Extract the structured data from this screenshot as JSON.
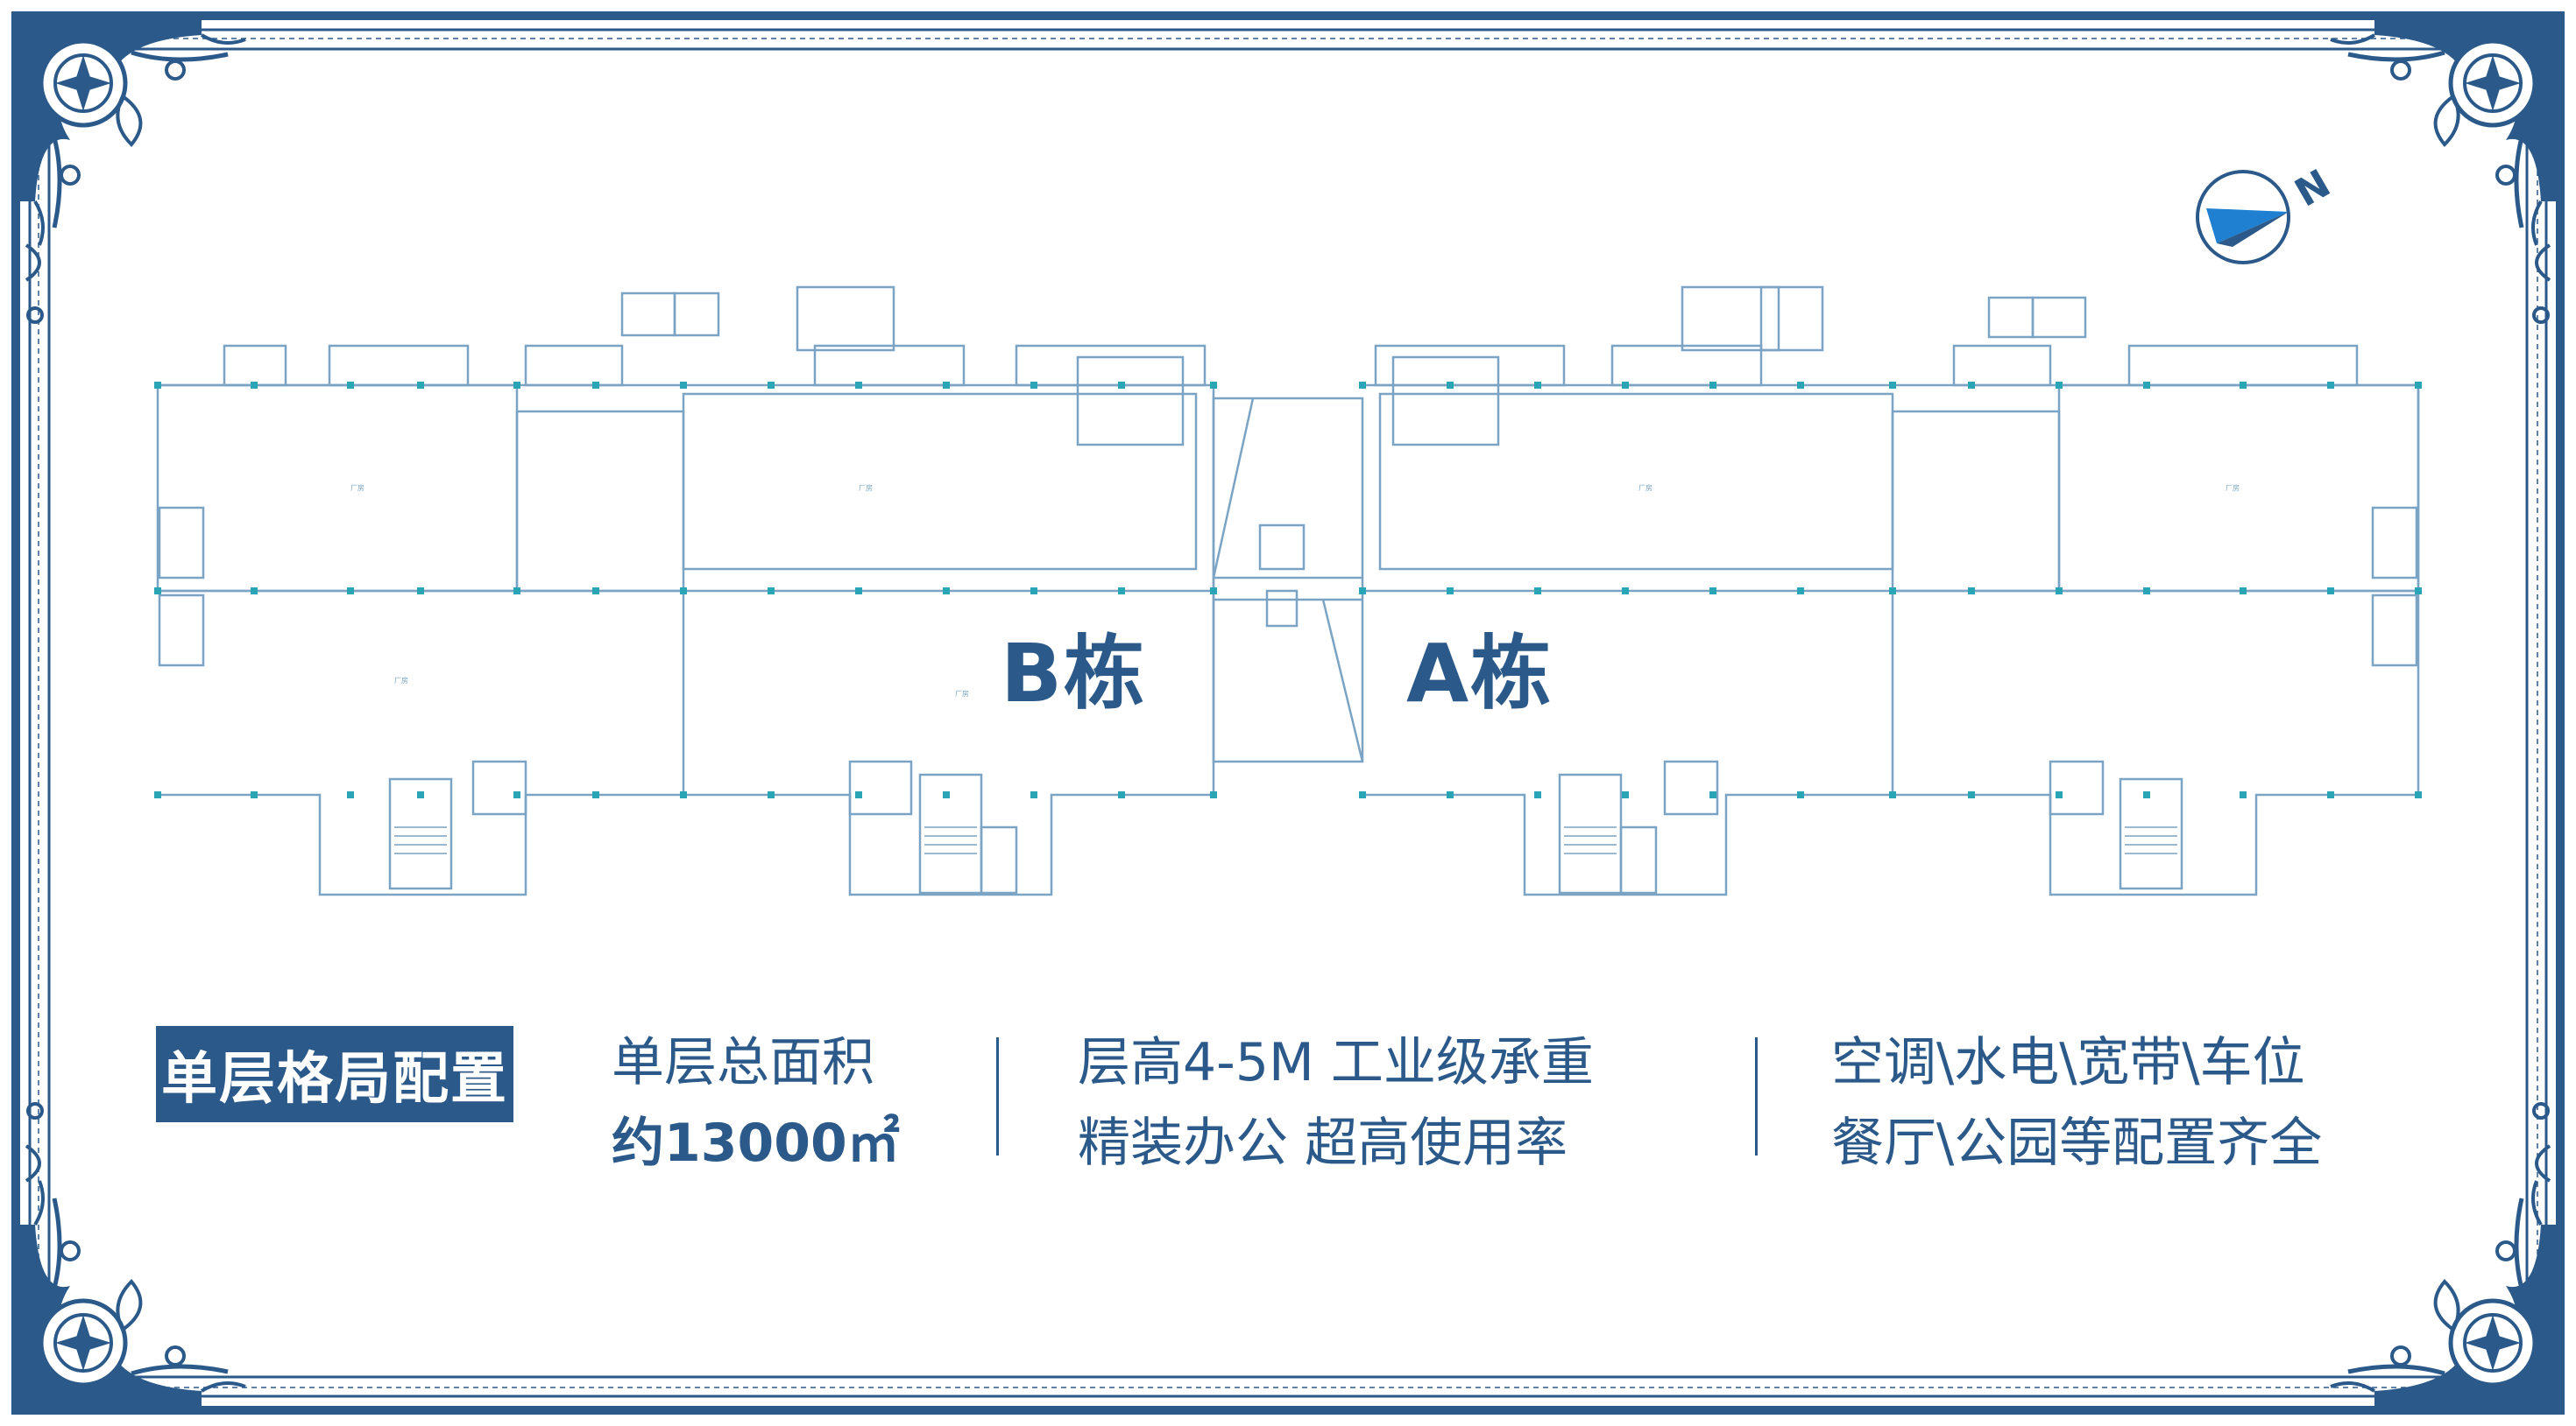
{
  "colors": {
    "primary": "#2b5a8a",
    "plan_line": "#7aa3c4",
    "column": "#2aa5b5",
    "frame_fill": "#ffffff"
  },
  "compass": {
    "letter": "N",
    "icon": "north-arrow-icon"
  },
  "buildings": {
    "b_label": "B栋",
    "a_label": "A栋"
  },
  "plan_tags": [
    "厂房",
    "厂房",
    "厂房",
    "厂房",
    "厂房",
    "厂房"
  ],
  "summary": {
    "title": "单层格局配置",
    "area": {
      "line1": "单层总面积",
      "line2": "约13000㎡"
    },
    "features": {
      "line1": "层高4-5M 工业级承重",
      "line2": "精装办公 超高使用率"
    },
    "amenities": {
      "line1": "空调\\水电\\宽带\\车位",
      "line2": "餐厅\\公园等配置齐全"
    }
  }
}
